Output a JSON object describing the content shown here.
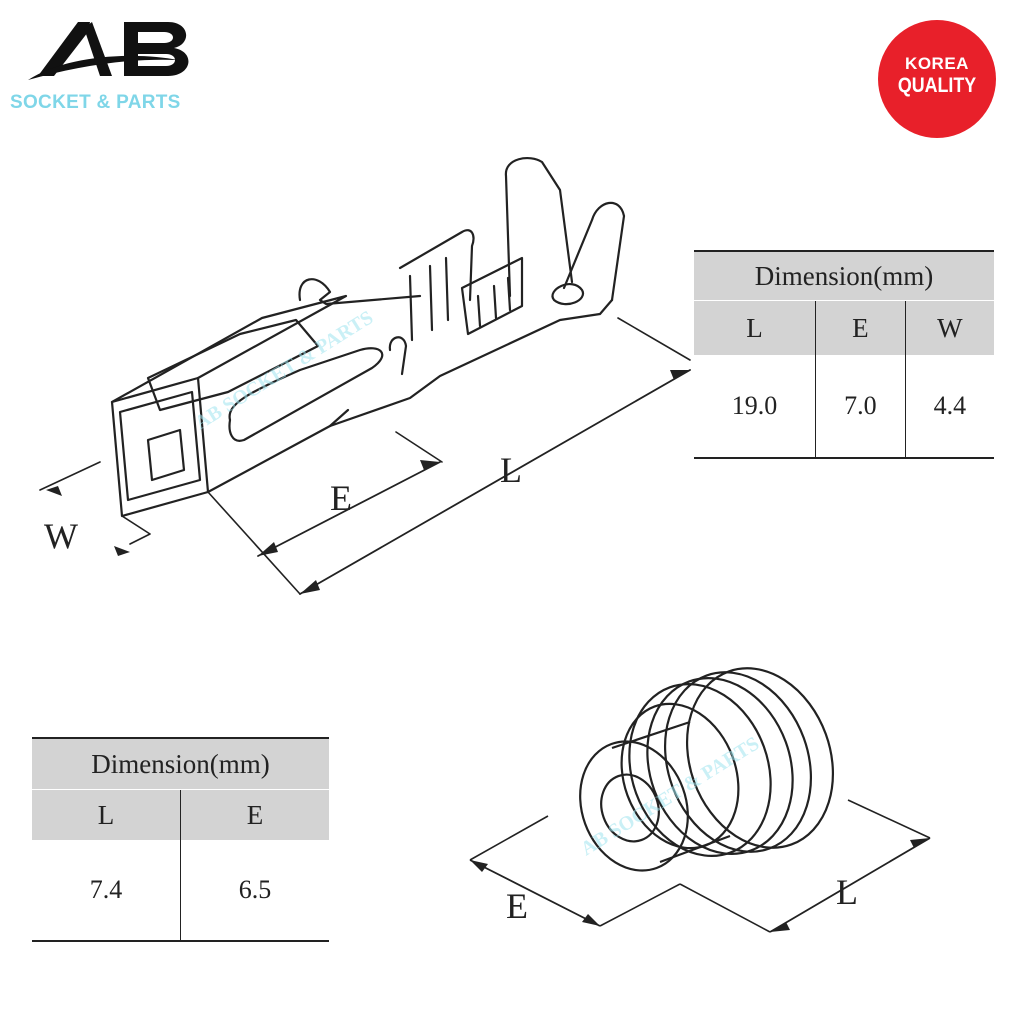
{
  "brand": {
    "logo_text": "AB",
    "subtitle": "SOCKET & PARTS"
  },
  "badge": {
    "line1": "KOREA",
    "line2": "QUALITY"
  },
  "watermark": "AB SOCKET & PARTS",
  "terminal": {
    "labels": {
      "l": "L",
      "e": "E",
      "w": "W"
    },
    "table": {
      "title": "Dimension(mm)",
      "headers": [
        "L",
        "E",
        "W"
      ],
      "values": [
        "19.0",
        "7.0",
        "4.4"
      ]
    }
  },
  "seal": {
    "labels": {
      "l": "L",
      "e": "E"
    },
    "table": {
      "title": "Dimension(mm)",
      "headers": [
        "L",
        "E"
      ],
      "values": [
        "7.4",
        "6.5"
      ]
    }
  }
}
